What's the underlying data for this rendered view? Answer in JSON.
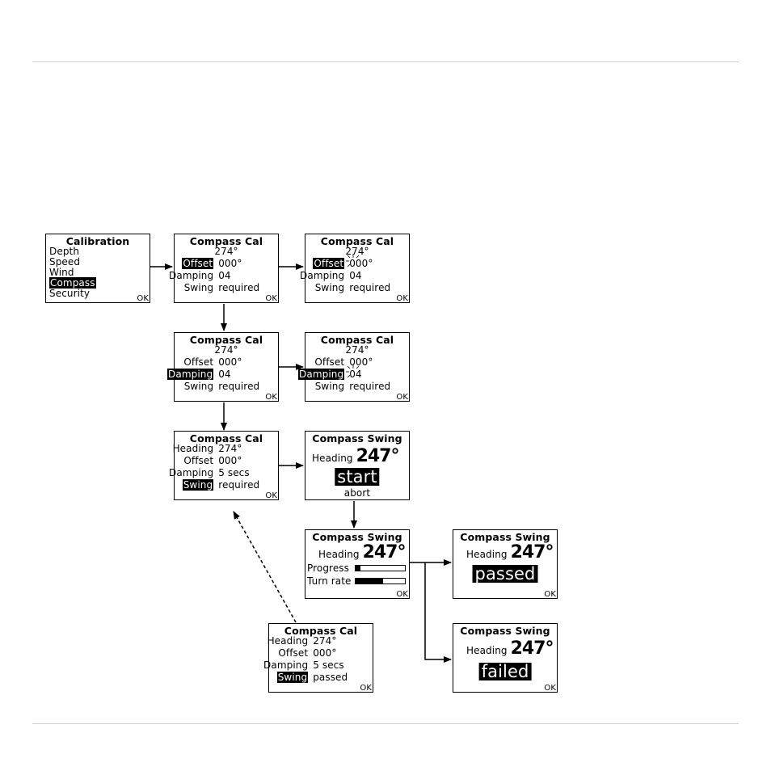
{
  "calibration_menu": {
    "title": "Calibration",
    "items": [
      "Depth",
      "Speed",
      "Wind",
      "Compass",
      "Security"
    ],
    "selected": "Compass",
    "ok": "OK"
  },
  "cc1": {
    "title": "Compass Cal",
    "heading": "274°",
    "offset_label": "Offset",
    "offset_value": "000°",
    "damping_label": "Damping",
    "damping_value": "04",
    "swing_label": "Swing",
    "swing_value": "required",
    "ok": "OK"
  },
  "cc2": {
    "title": "Compass Cal",
    "heading": "274°",
    "offset_label": "Offset",
    "offset_value": "000°",
    "damping_label": "Damping",
    "damping_value": "04",
    "swing_label": "Swing",
    "swing_value": "required",
    "ok": "OK"
  },
  "cc3": {
    "title": "Compass Cal",
    "heading": "274°",
    "offset_label": "Offset",
    "offset_value": "000°",
    "damping_label": "Damping",
    "damping_value": "04",
    "swing_label": "Swing",
    "swing_value": "required",
    "ok": "OK"
  },
  "cc4": {
    "title": "Compass Cal",
    "heading": "274°",
    "offset_label": "Offset",
    "offset_value": "000°",
    "damping_label": "Damping",
    "damping_value": "04",
    "swing_label": "Swing",
    "swing_value": "required",
    "ok": "OK"
  },
  "cc5": {
    "title": "Compass Cal",
    "heading_label": "Heading",
    "heading_value": "274°",
    "offset_label": "Offset",
    "offset_value": "000°",
    "damping_label": "Damping",
    "damping_value": "5 secs",
    "swing_label": "Swing",
    "swing_value": "required",
    "ok": "OK"
  },
  "cc6": {
    "title": "Compass Cal",
    "heading_label": "Heading",
    "heading_value": "274°",
    "offset_label": "Offset",
    "offset_value": "000°",
    "damping_label": "Damping",
    "damping_value": "5 secs",
    "swing_label": "Swing",
    "swing_value": "passed",
    "ok": "OK"
  },
  "sw_start": {
    "title": "Compass Swing",
    "heading_label": "Heading",
    "heading_value": "247°",
    "action": "start",
    "abort": "abort"
  },
  "sw_progress": {
    "title": "Compass Swing",
    "heading_label": "Heading",
    "heading_value": "247°",
    "progress_label": "Progress",
    "progress": 0.1,
    "turn_label": "Turn rate",
    "turn_rate": 0.55,
    "ok": "OK"
  },
  "sw_passed": {
    "title": "Compass Swing",
    "heading_label": "Heading",
    "heading_value": "247°",
    "result": "passed",
    "ok": "OK"
  },
  "sw_failed": {
    "title": "Compass Swing",
    "heading_label": "Heading",
    "heading_value": "247°",
    "result": "failed",
    "ok": "OK"
  }
}
